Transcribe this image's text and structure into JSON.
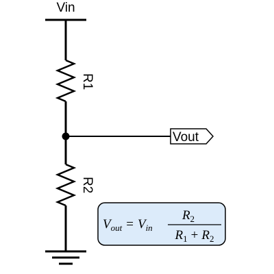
{
  "schematic": {
    "supply_label": "Vin",
    "resistor_top_label": "R1",
    "resistor_bottom_label": "R2",
    "output_label": "Vout",
    "formula": {
      "lhs_var": "V",
      "lhs_sub": "out",
      "equals": "=",
      "coef_var": "V",
      "coef_sub": "in",
      "num_var": "R",
      "num_sub": "2",
      "den_var1": "R",
      "den_sub1": "1",
      "plus": "+",
      "den_var2": "R",
      "den_sub2": "2"
    },
    "colors": {
      "formula_box_fill": "#dcebfa",
      "formula_box_stroke": "#000000",
      "wire": "#000000"
    }
  }
}
